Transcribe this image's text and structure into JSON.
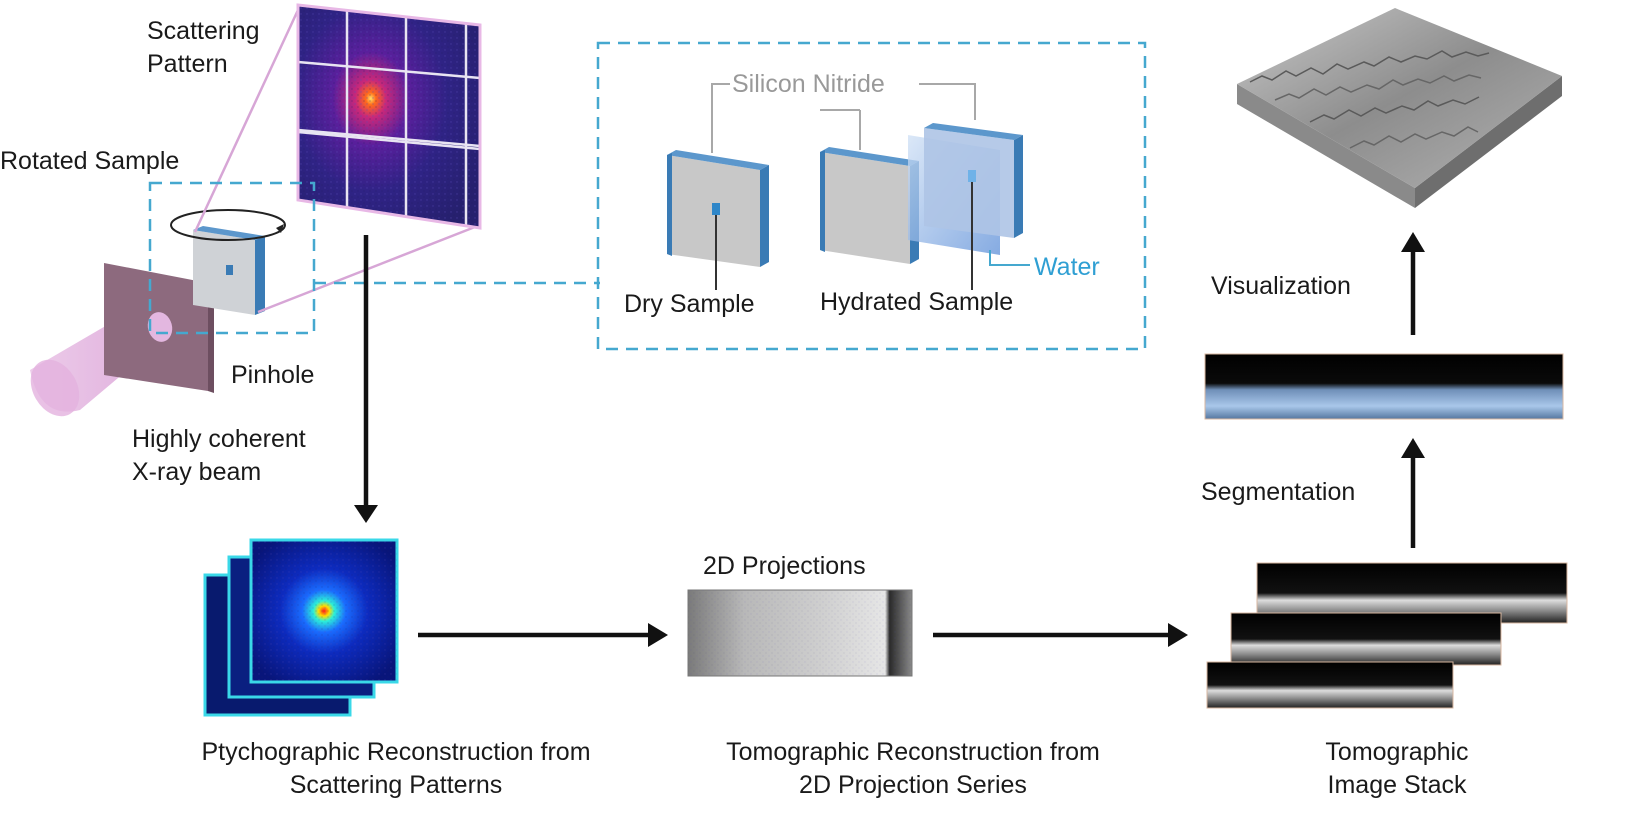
{
  "labels": {
    "scattering_pattern": [
      "Scattering",
      "Pattern"
    ],
    "rotated_sample": "Rotated Sample",
    "pinhole": "Pinhole",
    "xray_beam": [
      "Highly coherent",
      "X-ray beam"
    ],
    "silicon_nitride": "Silicon Nitride",
    "dry_sample": "Dry Sample",
    "hydrated_sample": "Hydrated Sample",
    "water": "Water",
    "visualization": "Visualization",
    "segmentation": "Segmentation",
    "projections": "2D Projections",
    "ptycho_caption": [
      "Ptychographic Reconstruction from",
      "Scattering Patterns"
    ],
    "tomo_caption": [
      "Tomographic Reconstruction from",
      "2D Projection Series"
    ],
    "stack_caption": [
      "Tomographic",
      "Image Stack"
    ]
  },
  "colors": {
    "frame_blue": "#3a7bb5",
    "dashed_box": "#45a8cf",
    "water_text": "#2f9fd3",
    "beam_pink": "#e6b4e2",
    "detector_purple": "#3a2a8f",
    "ptycho_cyan": "#3ad8e8",
    "arrow": "#111111",
    "text_grey": "#999999"
  }
}
